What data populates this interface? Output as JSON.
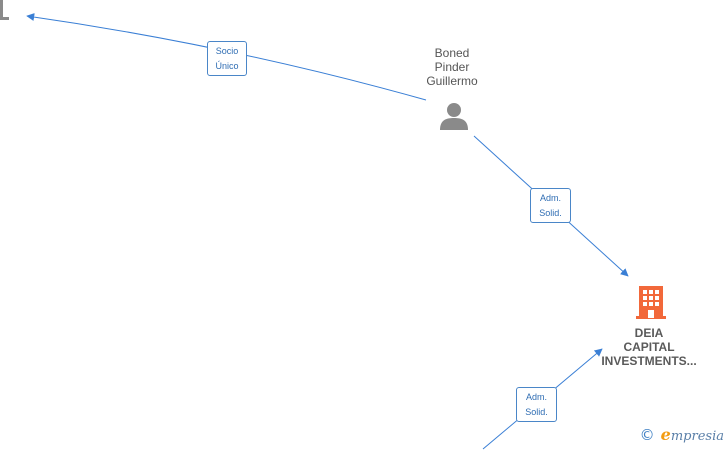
{
  "edges": [
    {
      "label_line1": "Socio",
      "label_line2": "Único"
    },
    {
      "label_line1": "Adm.",
      "label_line2": "Solid."
    },
    {
      "label_line1": "Adm.",
      "label_line2": "Solid."
    }
  ],
  "nodes": {
    "person": {
      "icon": "person-icon",
      "name_line1": "Boned",
      "name_line2": "Pinder",
      "name_line3": "Guillermo"
    },
    "company": {
      "icon": "building-icon",
      "name_line1": "DEIA",
      "name_line2": "CAPITAL",
      "name_line3": "INVESTMENTS..."
    }
  },
  "colors": {
    "edge": "#3a7fd5",
    "person": "#8a8a8a",
    "company": "#f2683a"
  },
  "watermark": {
    "copyright": "©",
    "brand_initial": "e",
    "brand_rest": "mpresia"
  }
}
